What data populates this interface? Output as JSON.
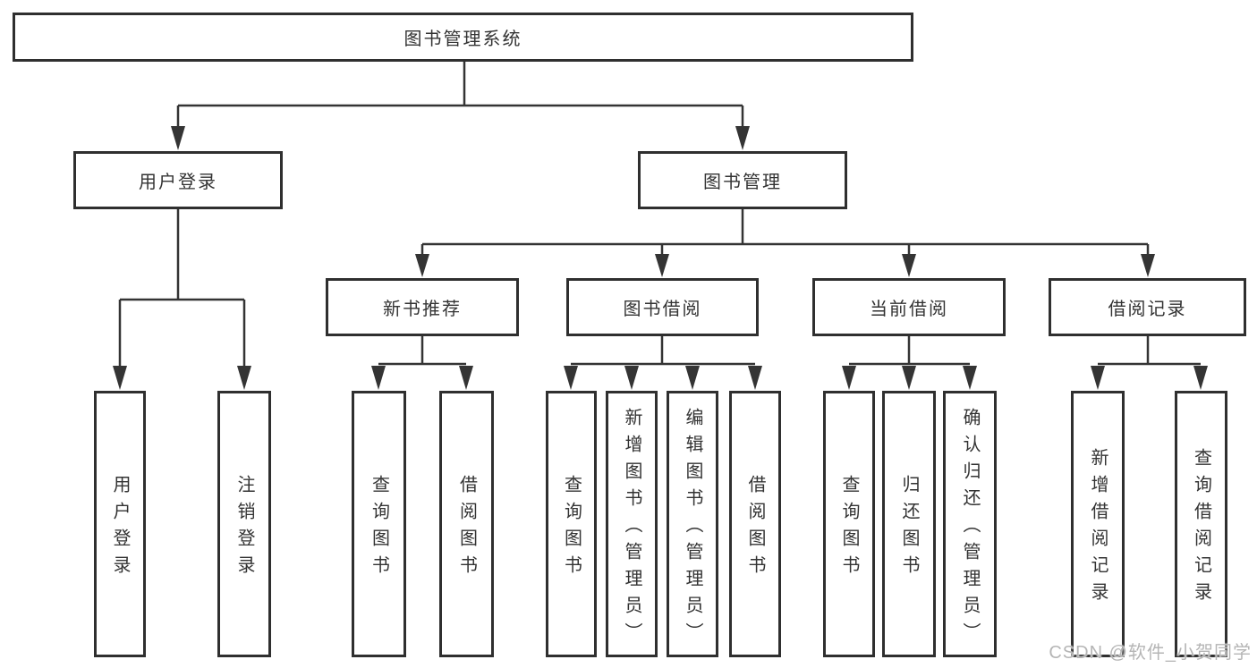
{
  "tree": {
    "root": {
      "label": "图书管理系统"
    },
    "branches": [
      {
        "label": "用户登录",
        "children": [
          {
            "label": "用户登录"
          },
          {
            "label": "注销登录"
          }
        ]
      },
      {
        "label": "图书管理",
        "children": [
          {
            "label": "新书推荐",
            "children": [
              {
                "label": "查询图书"
              },
              {
                "label": "借阅图书"
              }
            ]
          },
          {
            "label": "图书借阅",
            "children": [
              {
                "label": "查询图书"
              },
              {
                "label": "新增图书（管理员）"
              },
              {
                "label": "编辑图书（管理员）"
              },
              {
                "label": "借阅图书"
              }
            ]
          },
          {
            "label": "当前借阅",
            "children": [
              {
                "label": "查询图书"
              },
              {
                "label": "归还图书"
              },
              {
                "label": "确认归还（管理员）"
              }
            ]
          },
          {
            "label": "借阅记录",
            "children": [
              {
                "label": "新增借阅记录"
              },
              {
                "label": "查询借阅记录"
              }
            ]
          }
        ]
      }
    ]
  },
  "watermark": {
    "text": "CSDN @软件_小贺同学"
  },
  "colors": {
    "line": "#343434",
    "border": "#2f2f2f",
    "text": "#333333",
    "watermark": "#b5b5b5",
    "background": "#ffffff"
  }
}
